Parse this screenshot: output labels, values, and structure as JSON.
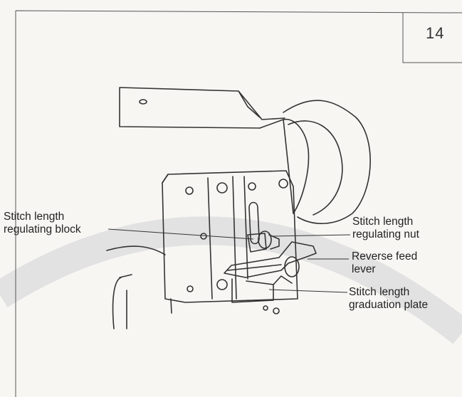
{
  "page": {
    "number": "14"
  },
  "labels": {
    "regulating_block": [
      "Stitch length",
      "regulating block"
    ],
    "regulating_nut": [
      "Stitch length",
      "regulating nut"
    ],
    "reverse_feed_lever": [
      "Reverse feed",
      "lever"
    ],
    "graduation_plate": [
      "Stitch length",
      "graduation plate"
    ]
  },
  "colors": {
    "line": "#333333",
    "paper": "#f7f6f3",
    "watermark": "#e2e2e2"
  }
}
